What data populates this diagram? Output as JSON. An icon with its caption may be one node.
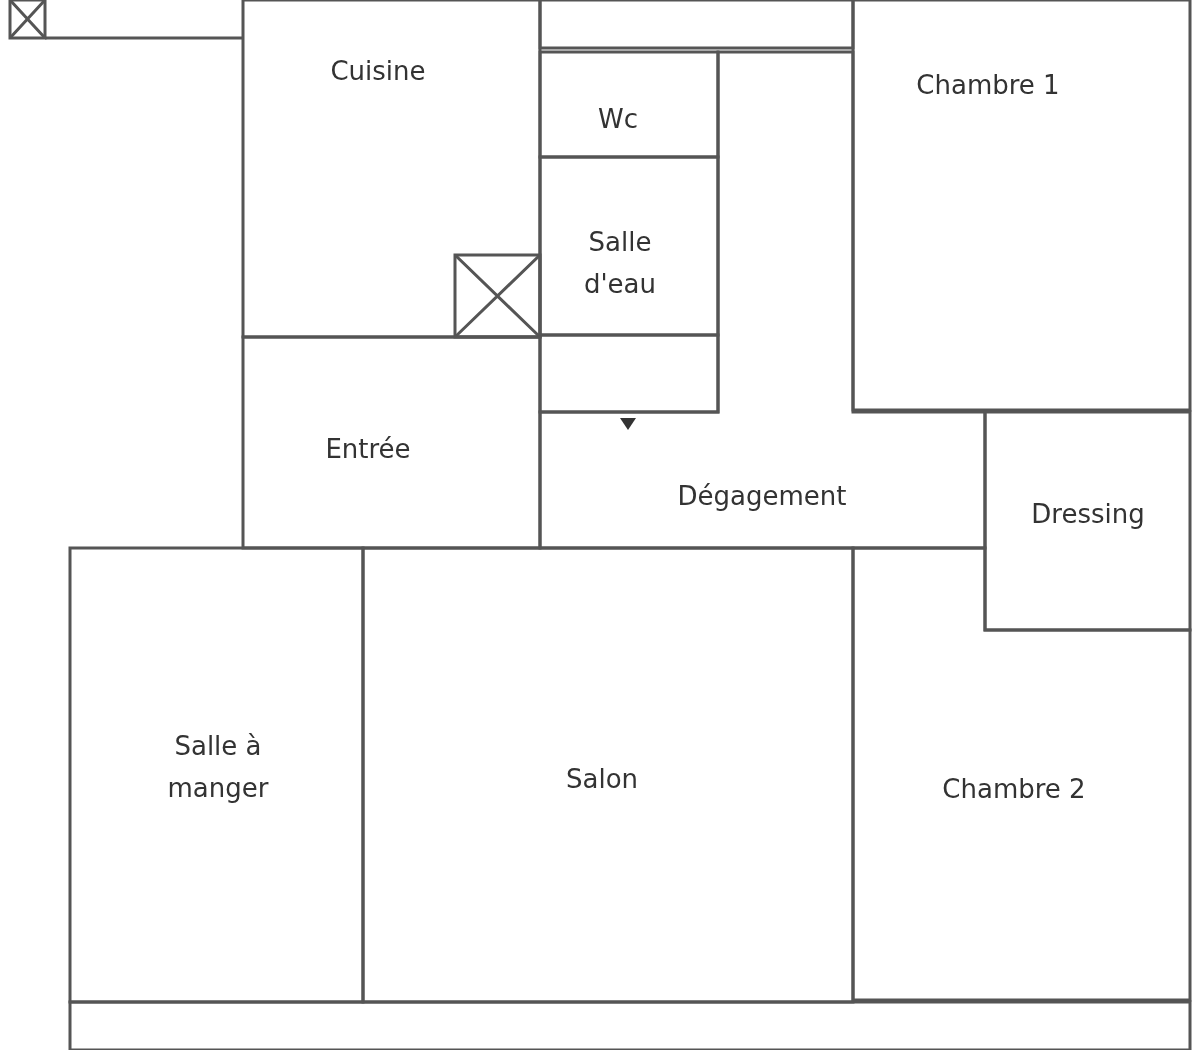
{
  "diagram": {
    "nodes": [
      {
        "text": [
          "Cuisine"
        ]
      },
      {
        "text": [],
        "shape": "box"
      },
      {
        "text": [
          "Chambre 1"
        ]
      },
      {
        "text": [
          "Wc"
        ]
      },
      {
        "text": [
          "Salle d'eau"
        ]
      },
      {
        "text": [],
        "shape": "box"
      },
      {
        "text": [
          "Entrée"
        ]
      },
      {
        "text": [
          "Dégagement"
        ]
      },
      {
        "text": [
          "Dressing"
        ]
      },
      {
        "text": [
          "Salle à manger"
        ]
      },
      {
        "text": [
          "Salon"
        ]
      },
      {
        "text": [
          "Chambre 2"
        ]
      },
      {
        "text": [],
        "shape": "box"
      }
    ],
    "edges": []
  }
}
